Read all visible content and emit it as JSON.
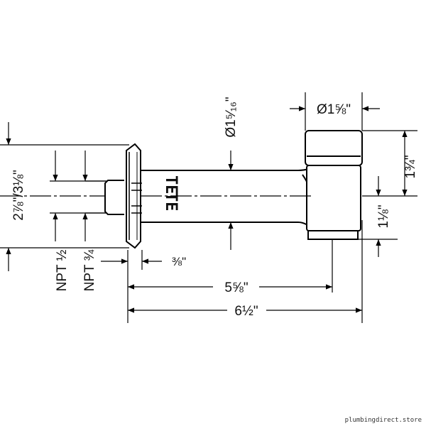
{
  "dimensions": {
    "outlet_diameter": "Ø1⅝\"",
    "spout_diameter": "Ø1⁵⁄₁₆\"",
    "outlet_height": "1¾\"",
    "outlet_offset": "1⅛\"",
    "flange_height": "2⅞\"/3⅛\"",
    "flange_thickness": "⅜\"",
    "length_to_outlet": "5⅝\"",
    "overall_length": "6½\"",
    "npt_half": "NPT ½",
    "npt_three_quarter": "NPT ¾"
  },
  "markings": {
    "upper": "TE",
    "lower": "TE"
  },
  "watermark": "plumbingdirect.store"
}
